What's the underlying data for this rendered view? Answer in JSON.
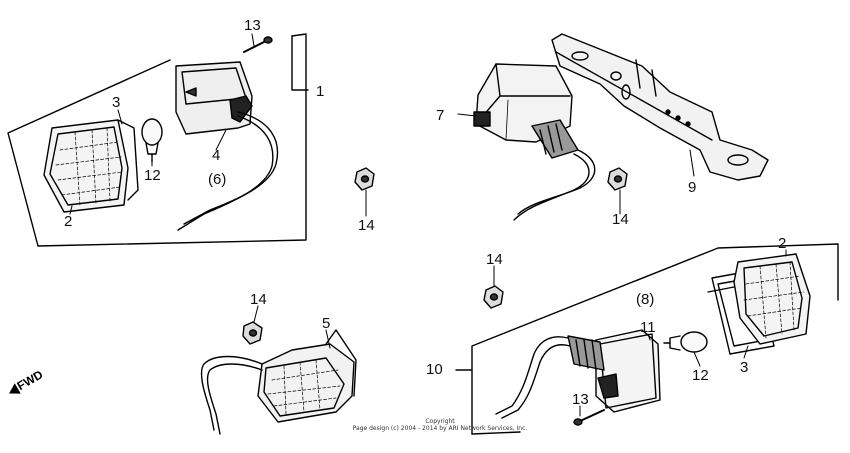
{
  "labels": {
    "l1": "1",
    "l2a": "2",
    "l2b": "2",
    "l3a": "3",
    "l3b": "3",
    "l4": "4",
    "l5": "5",
    "l6": "(6)",
    "l7": "7",
    "l8": "(8)",
    "l9": "9",
    "l10": "10",
    "l11": "11",
    "l12a": "12",
    "l12b": "12",
    "l13a": "13",
    "l13b": "13",
    "l14a": "14",
    "l14b": "14",
    "l14c": "14",
    "l14d": "14"
  },
  "fwd_label": "FWD",
  "copyright": {
    "line1": "Copyright",
    "line2": "Page design (c) 2004 - 2014 by ARI Network Services, Inc."
  },
  "icons": {
    "fwd_arrow": "fwd-arrow-icon"
  }
}
